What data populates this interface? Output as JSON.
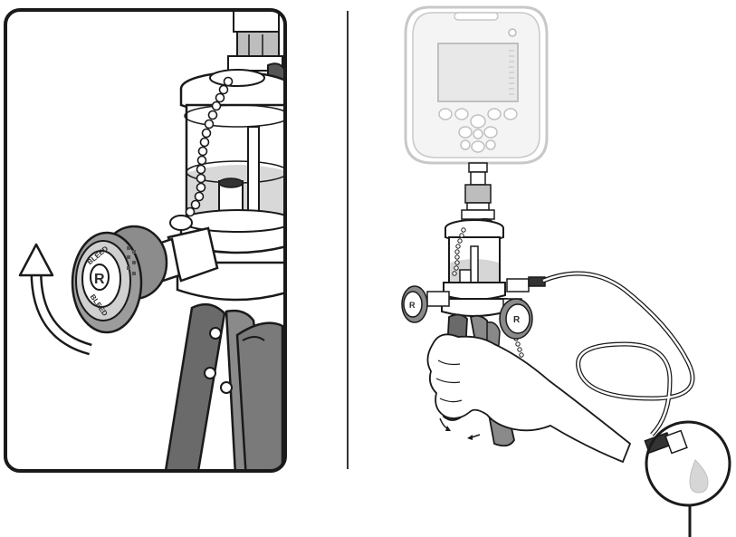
{
  "left_panel": {
    "knob_label": "BLEED",
    "knob_logo": "R",
    "arrow_icon": "rotate-counterclockwise-arrow"
  },
  "right_panel": {
    "knob_logo": "R",
    "detail_callout_icon": "magnifier-circle",
    "fluid_drop_icon": "drop-icon"
  },
  "colors": {
    "outline": "#1a1a1a",
    "gauge_gray": "#c8c8c8",
    "metal_gray": "#9a9a9a",
    "fluid_gray": "#d6d6d6",
    "hand_white": "#f5f5f5"
  }
}
